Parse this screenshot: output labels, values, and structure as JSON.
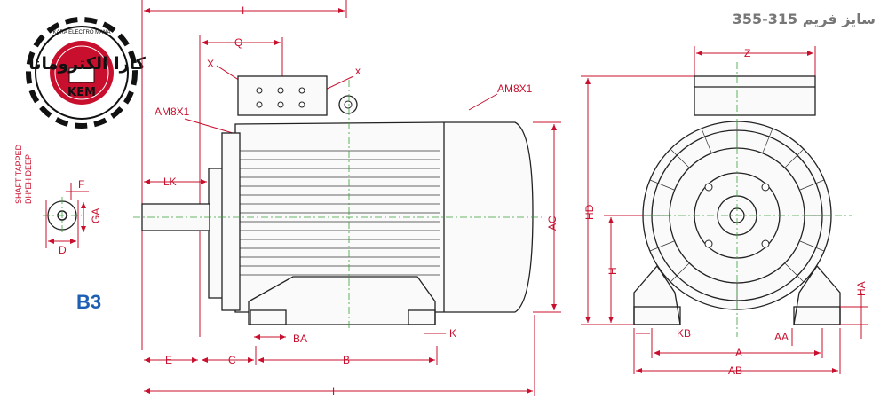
{
  "title": "سایز فریم  315-355",
  "variant": "B3",
  "logo": {
    "brand_fa": "کارا الکترومانا",
    "brand_en": "KARA ELECTRO MANA",
    "abbr": "KEM"
  },
  "shaft_note": [
    "SHAFT TAPPED",
    "DH*EH DEEP"
  ],
  "labels": {
    "I": "I",
    "Q": "Q",
    "X_upper": "X",
    "x_lower": "x",
    "AM8X1_left": "AM8X1",
    "AM8X1_right": "AM8X1",
    "LK": "LK",
    "F": "F",
    "GA": "GA",
    "D": "D",
    "AC": "AC",
    "BA": "BA",
    "K": "K",
    "E": "E",
    "C": "C",
    "B": "B",
    "L": "L",
    "Z": "Z",
    "HD": "HD",
    "H": "H",
    "HA": "HA",
    "KB": "KB",
    "AA": "AA",
    "A": "A",
    "AB": "AB"
  },
  "colors": {
    "dimension": "#c8102e",
    "outline": "#222222",
    "centerline": "#3aa03a",
    "variant": "#1d5fb3",
    "logo_dark": "#111111",
    "logo_red": "#c8102e"
  }
}
